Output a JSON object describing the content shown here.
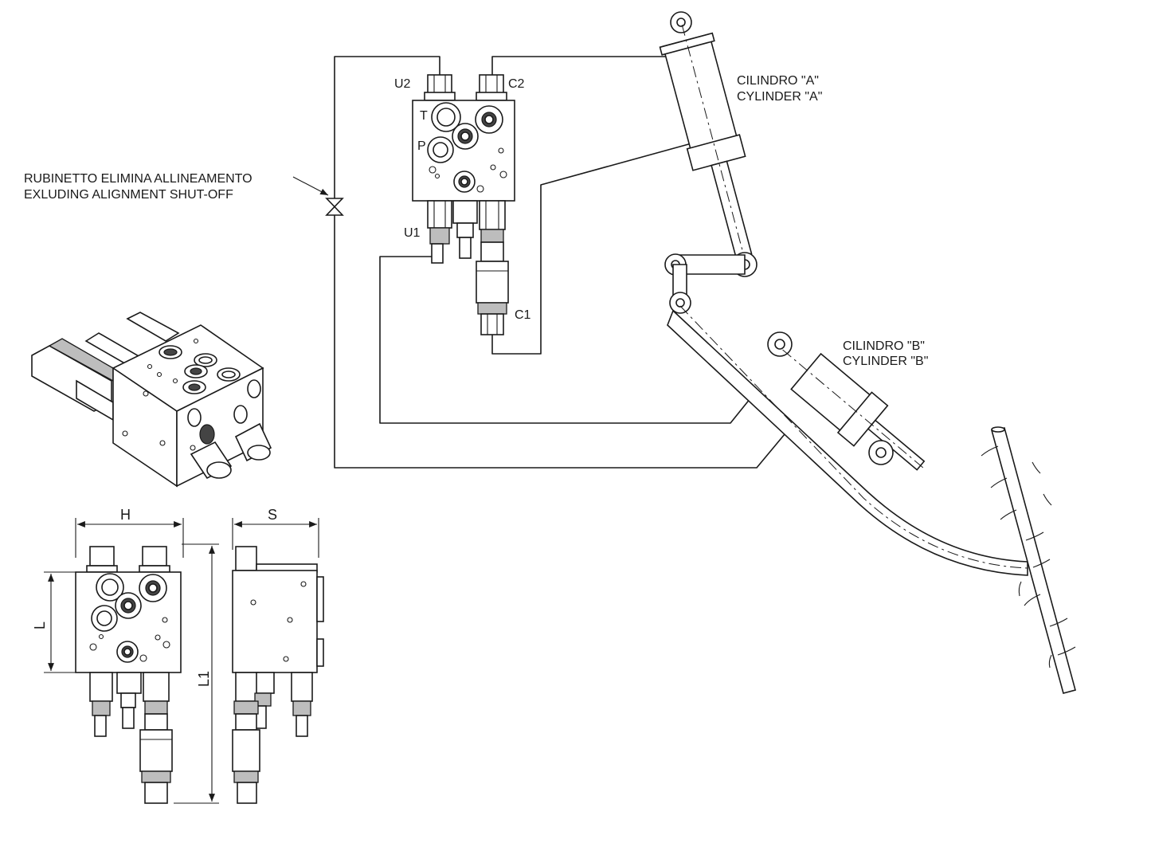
{
  "labels": {
    "u2": "U2",
    "c2": "C2",
    "t": "T",
    "p": "P",
    "u1": "U1",
    "c1": "C1",
    "shutoff_it": "RUBINETTO ELIMINA ALLINEAMENTO",
    "shutoff_en": "EXLUDING ALIGNMENT SHUT-OFF",
    "cyl_a_it": "CILINDRO \"A\"",
    "cyl_a_en": "CYLINDER \"A\"",
    "cyl_b_it": "CILINDRO \"B\"",
    "cyl_b_en": "CYLINDER \"B\""
  },
  "dimensions": {
    "h": "H",
    "s": "S",
    "l": "L",
    "l1": "L1"
  }
}
